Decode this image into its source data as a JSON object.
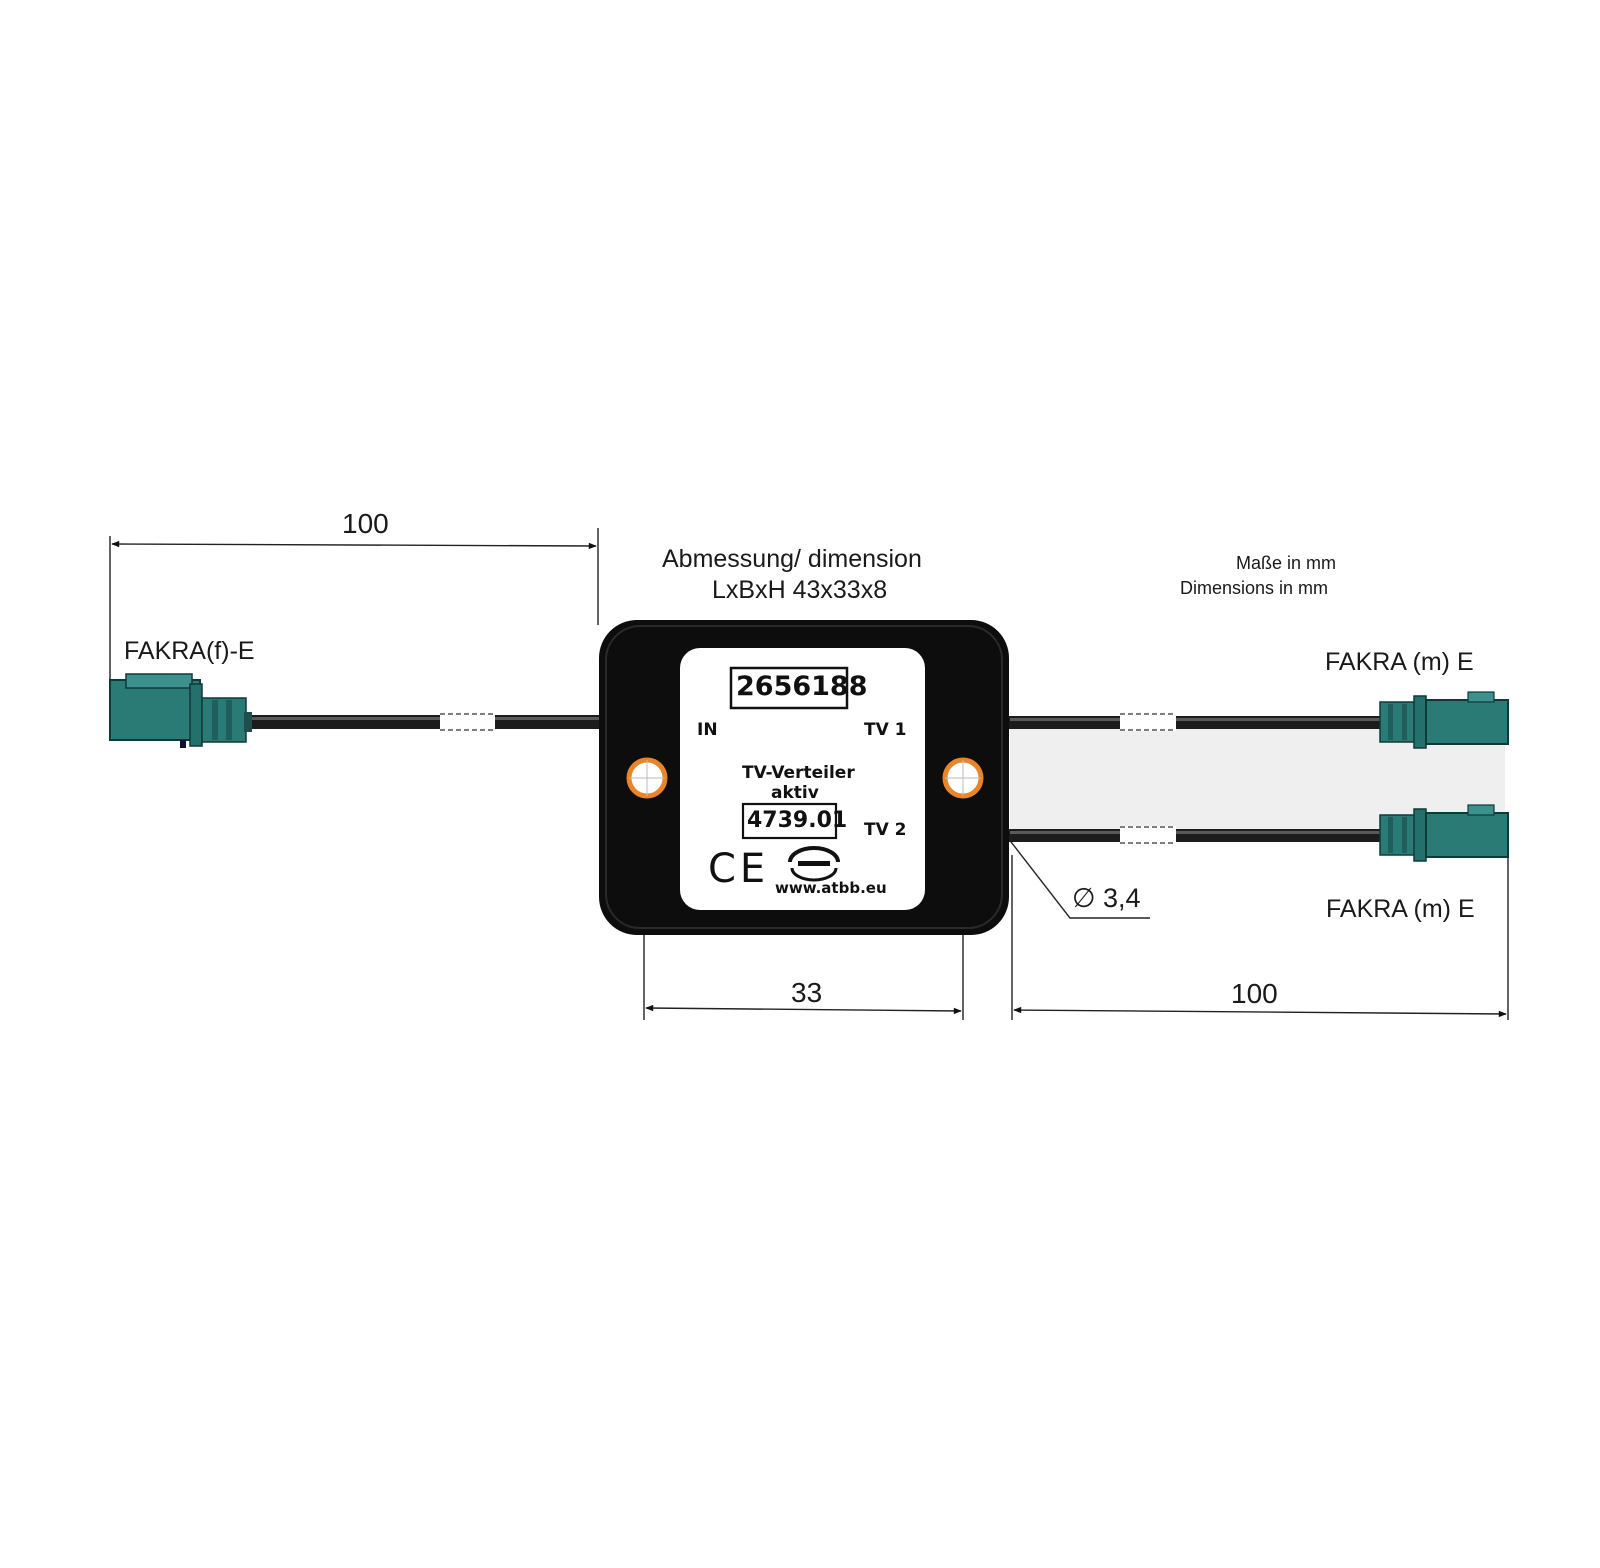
{
  "dimension_title": "Abmessung/ dimension",
  "dimension_value": "LxBxH 43x33x8",
  "units_de": "Maße in mm",
  "units_en": "Dimensions in mm",
  "connectors": {
    "input_label": "FAKRA(f)-E",
    "output1_label": "FAKRA (m) E",
    "output2_label": "FAKRA (m) E",
    "color": "#2a7a76"
  },
  "dimensions": {
    "left_cable": "100",
    "housing_width": "33",
    "right_cable": "100",
    "hole_diameter": "∅ 3,4"
  },
  "device": {
    "part_number": "2656188",
    "port_in": "IN",
    "port_tv1": "TV 1",
    "port_tv2": "TV 2",
    "name_line1": "TV-Verteiler",
    "name_line2": "aktiv",
    "model_number": "4739.01",
    "ce_mark": "CE",
    "website": "www.atbb.eu",
    "housing_color": "#0d0d0d",
    "hole_ring_color": "#e8842a"
  }
}
